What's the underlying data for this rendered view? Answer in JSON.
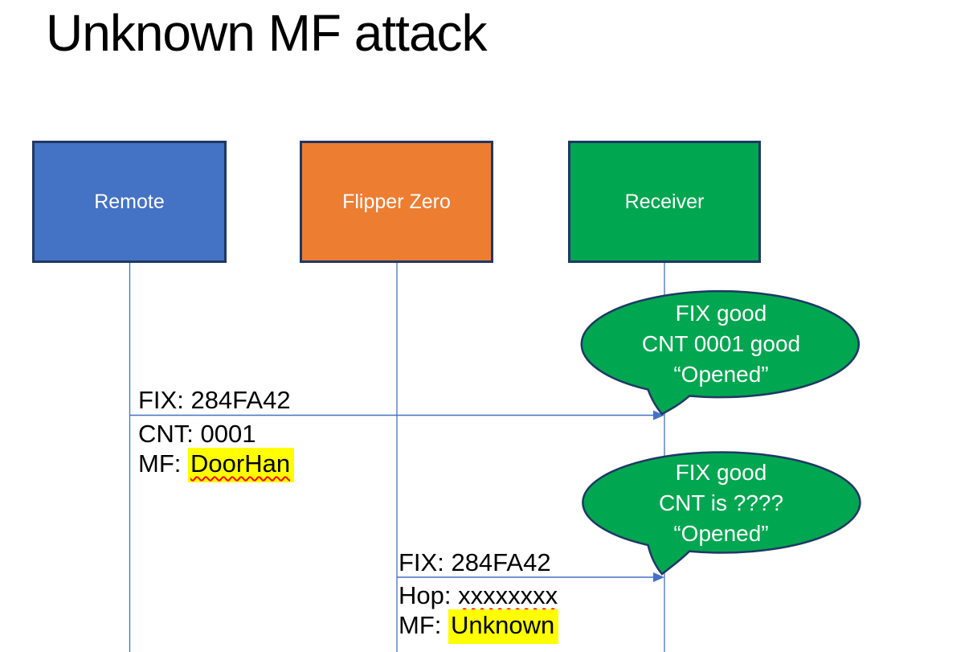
{
  "slide": {
    "title": "Unknown MF attack"
  },
  "actors": [
    {
      "label": "Remote",
      "fill": "#4472C4"
    },
    {
      "label": "Flipper Zero",
      "fill": "#ED7D31"
    },
    {
      "label": "Receiver",
      "fill": "#00A650"
    }
  ],
  "messages": [
    {
      "from": "Remote",
      "to": "Receiver",
      "label_above": "FIX: 284FA42",
      "line2": "CNT: 0001",
      "line3_prefix": "MF: ",
      "line3_highlight": "DoorHan"
    },
    {
      "from": "Flipper Zero",
      "to": "Receiver",
      "label_above": "FIX: 284FA42",
      "line2_prefix": "Hop: ",
      "line2_squiggle": "xxxxxxxx",
      "line3_prefix": "MF: ",
      "line3_highlight": "Unknown"
    }
  ],
  "callouts": [
    {
      "attached_to": "Receiver",
      "lines": [
        "FIX good",
        "CNT 0001 good",
        "“Opened”"
      ],
      "fill": "#00A650",
      "stroke": "#1F3864"
    },
    {
      "attached_to": "Receiver",
      "lines": [
        "FIX good",
        "CNT is ????",
        "“Opened”"
      ],
      "fill": "#00A650",
      "stroke": "#1F3864"
    }
  ],
  "colors": {
    "slide_background": "#FFFFFF",
    "actor_border": "#1F3864",
    "actor_text": "#FFFFFF",
    "lifeline": "#4472C4",
    "arrow": "#4472C4",
    "highlight": "#FFFF00",
    "spellcheck_squiggle": "#FF0000",
    "body_text": "#000000"
  }
}
